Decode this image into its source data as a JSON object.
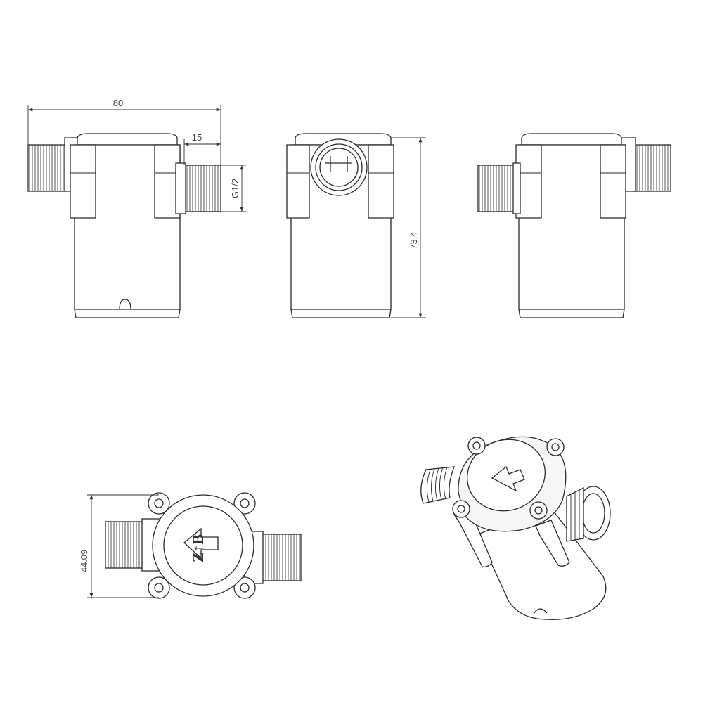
{
  "drawing": {
    "dimensions": {
      "overall_length": "80",
      "thread_length": "15",
      "thread_size": "G1/2",
      "height": "73.4",
      "body_width": "44.09"
    },
    "logo_text": "Z↑B"
  }
}
